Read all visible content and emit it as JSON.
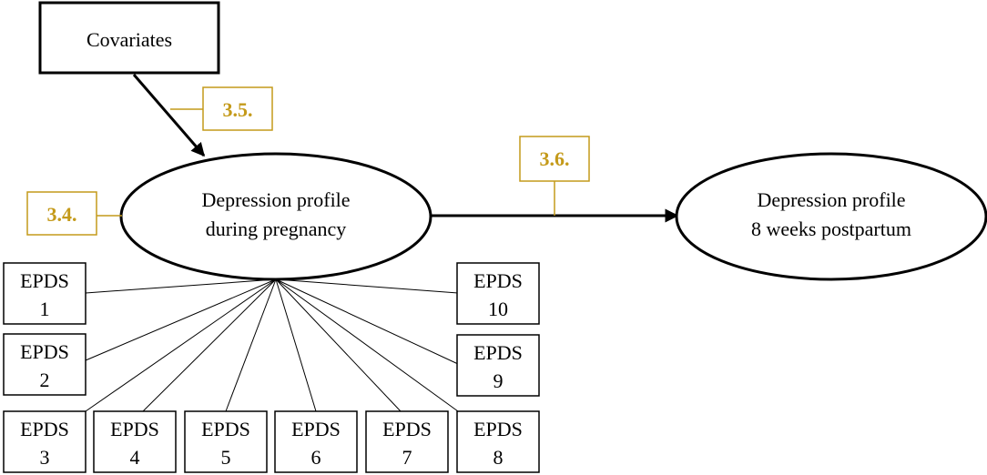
{
  "covariates": {
    "label": "Covariates"
  },
  "pregnancy": {
    "line1": "Depression profile",
    "line2": "during pregnancy"
  },
  "postpartum": {
    "line1": "Depression profile",
    "line2": "8 weeks postpartum"
  },
  "section_labels": {
    "s34": "3.4.",
    "s35": "3.5.",
    "s36": "3.6."
  },
  "epds": [
    {
      "top": "EPDS",
      "num": "1"
    },
    {
      "top": "EPDS",
      "num": "2"
    },
    {
      "top": "EPDS",
      "num": "3"
    },
    {
      "top": "EPDS",
      "num": "4"
    },
    {
      "top": "EPDS",
      "num": "5"
    },
    {
      "top": "EPDS",
      "num": "6"
    },
    {
      "top": "EPDS",
      "num": "7"
    },
    {
      "top": "EPDS",
      "num": "8"
    },
    {
      "top": "EPDS",
      "num": "9"
    },
    {
      "top": "EPDS",
      "num": "10"
    }
  ],
  "colors": {
    "accent": "#c49a1a",
    "ink": "#000000"
  }
}
